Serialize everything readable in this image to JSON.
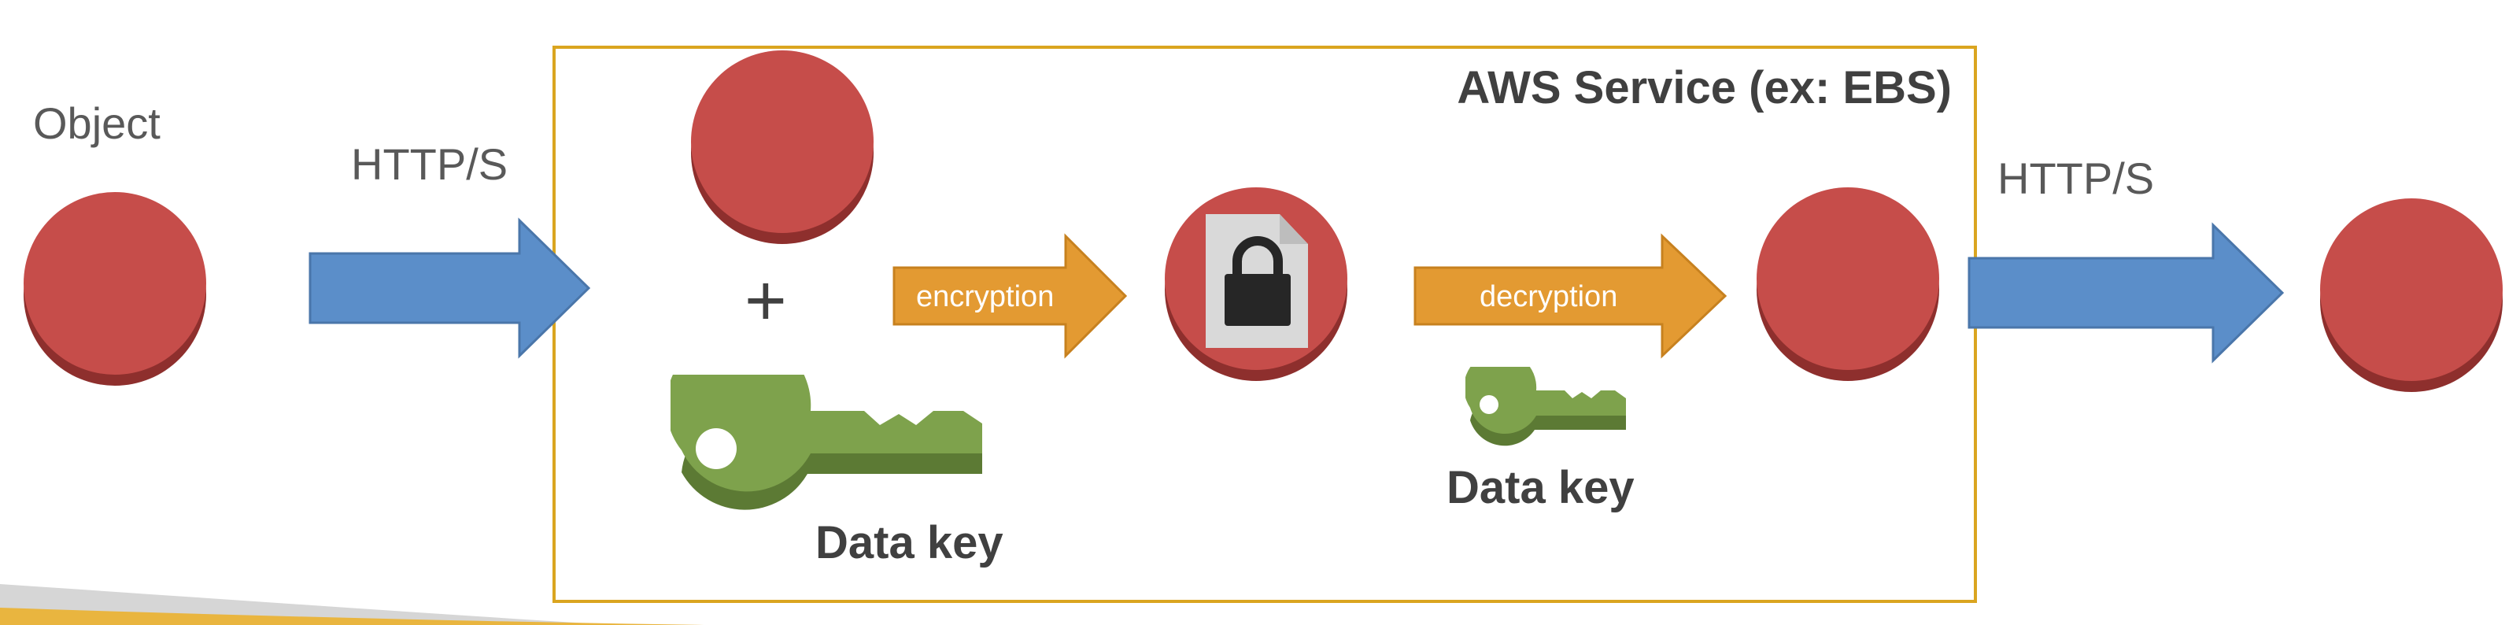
{
  "labels": {
    "object": "Object",
    "http_in": "HTTP/S",
    "http_out": "HTTP/S",
    "service_title": "AWS Service (ex: EBS)",
    "plus": "+",
    "data_key_left": "Data key",
    "data_key_right": "Data key"
  },
  "arrows": {
    "encryption": "encryption",
    "decryption": "decryption"
  },
  "icons": {
    "object": "red-circle-icon",
    "key": "green-key-icon",
    "encrypted": "locked-document-icon"
  },
  "colors": {
    "object_red": "#C64D4A",
    "object_red_dark": "#8E2F2D",
    "http_arrow": "#5B8EC9",
    "crypto_arrow": "#E39A32",
    "key_green": "#7EA24C",
    "key_green_dark": "#5C7A34",
    "box_border": "#DAA520",
    "text_gray": "#595959"
  }
}
